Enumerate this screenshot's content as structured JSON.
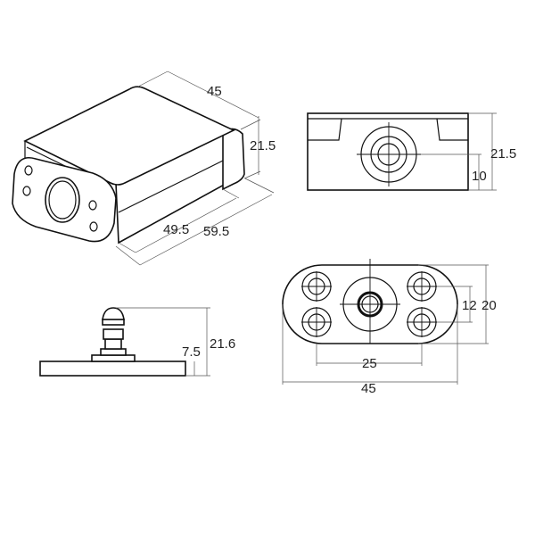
{
  "drawing": {
    "isometric_view": {
      "length_dims": [
        "45",
        "21.5",
        "49.5",
        "59.5"
      ]
    },
    "front_view": {
      "height": "21.5",
      "center_height": "10"
    },
    "side_view": {
      "total_height": "21.6",
      "base_height": "7.5"
    },
    "bottom_view": {
      "hole_spacing_vertical": "12",
      "width": "20",
      "hole_spacing_horizontal": "25",
      "length": "45"
    }
  }
}
